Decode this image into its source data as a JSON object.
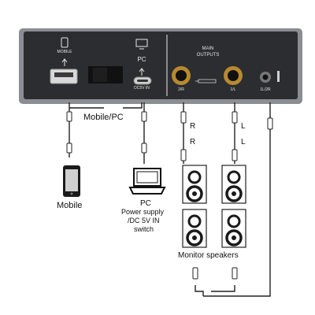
{
  "panel": {
    "mobile_port_label": "MOBILE",
    "pc_port_label": "PC",
    "pc_port_sublabel": "DC5V IN",
    "main_outputs_label": "MAIN\nOUTPUTS",
    "output_right_label": "2/R",
    "output_left_label": "1/L",
    "headphone_label": "1L/2R"
  },
  "labels": {
    "mobile_pc": "Mobile/PC",
    "mobile": "Mobile",
    "pc": "PC",
    "pc_power": "Power supply",
    "pc_dc": "/DC 5V IN",
    "pc_switch": "switch",
    "r1": "R",
    "r2": "R",
    "l1": "L",
    "l2": "L",
    "monitor_speakers": "Monitor speakers"
  },
  "colors": {
    "panel_body": "#2b2d31",
    "panel_frame": "#8a8d92",
    "cable": "#222222",
    "speaker_cone": "#1a1a1a"
  }
}
